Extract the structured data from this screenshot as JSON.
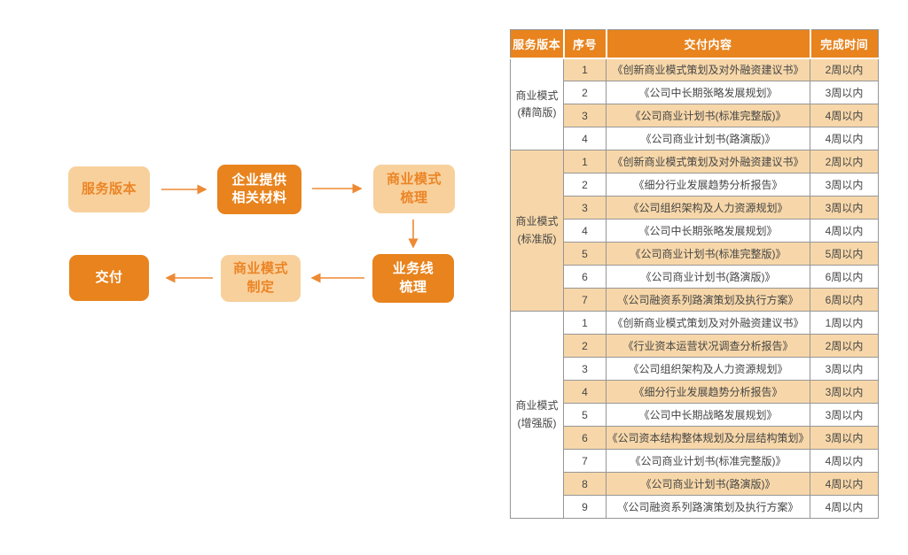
{
  "colors": {
    "orange": "#E8831D",
    "light_box": "#F8D09C",
    "row_highlight": "#F7D7A9",
    "arrow": "#ED8A33",
    "light_box_text": "#EB8526",
    "header_text": "#FFFFFF",
    "body_text": "#454545",
    "border": "#969696"
  },
  "flowchart": {
    "nodes": [
      {
        "id": "service-version",
        "variant": "light",
        "lines": [
          "服务版本"
        ]
      },
      {
        "id": "company-provides-materials",
        "variant": "dark",
        "lines": [
          "企业提供",
          "相关材料"
        ]
      },
      {
        "id": "business-model-sorting",
        "variant": "light",
        "lines": [
          "商业模式",
          "梳理"
        ]
      },
      {
        "id": "business-line-sorting",
        "variant": "dark",
        "lines": [
          "业务线",
          "梳理"
        ]
      },
      {
        "id": "business-model-formulation",
        "variant": "light",
        "lines": [
          "商业模式",
          "制定"
        ]
      },
      {
        "id": "delivery",
        "variant": "dark",
        "lines": [
          "交付"
        ]
      }
    ]
  },
  "table": {
    "headers": [
      "服务版本",
      "序号",
      "交付内容",
      "完成时间"
    ],
    "groups": [
      {
        "version": [
          "商业模式",
          "(精简版)"
        ],
        "shaded_label": false,
        "rows": [
          {
            "seq": "1",
            "content": "《创新商业模式策划及对外融资建议书》",
            "time": "2周以内"
          },
          {
            "seq": "2",
            "content": "《公司中长期张略发展规划》",
            "time": "3周以内"
          },
          {
            "seq": "3",
            "content": "《公司商业计划书(标准完整版)》",
            "time": "4周以内"
          },
          {
            "seq": "4",
            "content": "《公司商业计划书(路演版)》",
            "time": "4周以内"
          }
        ]
      },
      {
        "version": [
          "商业模式",
          "(标准版)"
        ],
        "shaded_label": true,
        "rows": [
          {
            "seq": "1",
            "content": "《创新商业模式策划及对外融资建议书》",
            "time": "2周以内"
          },
          {
            "seq": "2",
            "content": "《细分行业发展趋势分析报告》",
            "time": "3周以内"
          },
          {
            "seq": "3",
            "content": "《公司组织架构及人力资源规划》",
            "time": "3周以内"
          },
          {
            "seq": "4",
            "content": "《公司中长期张略发展规划》",
            "time": "4周以内"
          },
          {
            "seq": "5",
            "content": "《公司商业计划书(标准完整版)》",
            "time": "5周以内"
          },
          {
            "seq": "6",
            "content": "《公司商业计划书(路演版)》",
            "time": "6周以内"
          },
          {
            "seq": "7",
            "content": "《公司融资系列路演策划及执行方案》",
            "time": "6周以内"
          }
        ]
      },
      {
        "version": [
          "商业模式",
          "(增强版)"
        ],
        "shaded_label": false,
        "rows": [
          {
            "seq": "1",
            "content": "《创新商业模式策划及对外融资建议书》",
            "time": "1周以内"
          },
          {
            "seq": "2",
            "content": "《行业资本运营状况调查分析报告》",
            "time": "2周以内"
          },
          {
            "seq": "3",
            "content": "《公司组织架构及人力资源规划》",
            "time": "3周以内"
          },
          {
            "seq": "4",
            "content": "《细分行业发展趋势分析报告》",
            "time": "3周以内"
          },
          {
            "seq": "5",
            "content": "《公司中长期战略发展规划》",
            "time": "3周以内"
          },
          {
            "seq": "6",
            "content": "《公司资本结构整体规划及分层结构策划》",
            "time": "3周以内"
          },
          {
            "seq": "7",
            "content": "《公司商业计划书(标准完整版)》",
            "time": "4周以内"
          },
          {
            "seq": "8",
            "content": "《公司商业计划书(路演版)》",
            "time": "4周以内"
          },
          {
            "seq": "9",
            "content": "《公司融资系列路演策划及执行方案》",
            "time": "4周以内"
          }
        ]
      }
    ]
  }
}
